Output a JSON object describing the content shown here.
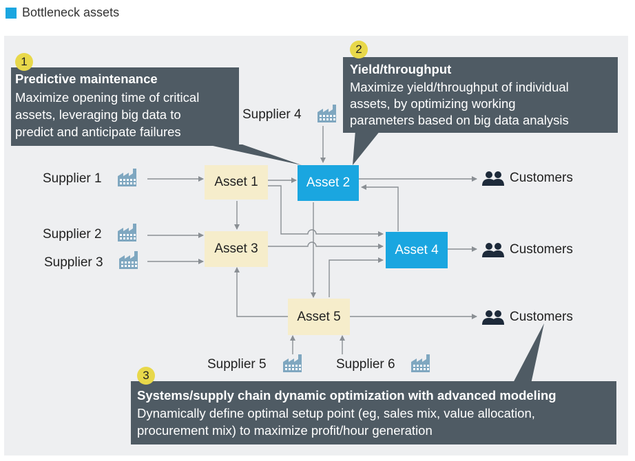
{
  "legend": {
    "label": "Bottleneck assets",
    "color": "#1aa6e0"
  },
  "assets": {
    "asset1": "Asset 1",
    "asset2": "Asset 2",
    "asset3": "Asset 3",
    "asset4": "Asset 4",
    "asset5": "Asset 5"
  },
  "suppliers": {
    "s1": "Supplier 1",
    "s2": "Supplier 2",
    "s3": "Supplier 3",
    "s4": "Supplier 4",
    "s5": "Supplier 5",
    "s6": "Supplier 6"
  },
  "customers": {
    "c1": "Customers",
    "c2": "Customers",
    "c3": "Customers"
  },
  "callouts": {
    "c1": {
      "number": "1",
      "title": "Predictive maintenance",
      "lines": [
        "Maximize opening time of critical",
        "assets, leveraging big data to",
        "predict and anticipate failures"
      ]
    },
    "c2": {
      "number": "2",
      "title": "Yield/throughput",
      "lines": [
        "Maximize yield/throughput of individual",
        "assets, by optimizing working",
        "parameters based on big data analysis"
      ]
    },
    "c3": {
      "number": "3",
      "title": "Systems/supply chain dynamic optimization with advanced modeling",
      "lines": [
        "Dynamically define optimal setup point (eg, sales mix, value allocation,",
        "procurement mix) to maximize profit/hour generation"
      ]
    }
  },
  "icons": {
    "factory": "factory-icon",
    "people": "people-icon"
  },
  "colors": {
    "bottleneck": "#1aa6e0",
    "asset": "#f6edcb",
    "callout": "#4f5b64",
    "badge": "#e8d84a",
    "factory": "#7fa7c0",
    "people": "#1d2a3a"
  }
}
